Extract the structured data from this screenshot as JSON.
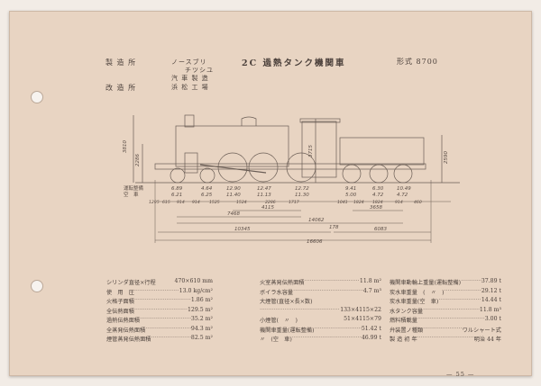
{
  "header": {
    "maker_label": "製 造 所",
    "maker_1": "ノースブリ",
    "maker_2": "チツシユ",
    "maker_3": "汽 車 製 造",
    "rebuilder_label": "改 造 所",
    "rebuilder": "浜 松 工 場",
    "title": "2C 過熱タンク機関車",
    "model": "形式 8700"
  },
  "diagram": {
    "heights": [
      "3810",
      "2286",
      "3715",
      "2590"
    ],
    "side_label_1": "運転整備",
    "side_label_2": "空　車",
    "axle_loads": [
      [
        "6.89",
        "6.21"
      ],
      [
        "4.64",
        "6.25"
      ],
      [
        "12.90",
        "11.40"
      ],
      [
        "12.47",
        "11.13"
      ],
      [
        "12.72",
        "11.30"
      ],
      [
        "9.41",
        "5.00"
      ],
      [
        "6.30",
        "4.72"
      ],
      [
        "10.49",
        "4.72"
      ]
    ],
    "spacings": [
      "1295",
      "615",
      "914",
      "914",
      "1525",
      "1524",
      "2286",
      "1717",
      "1041",
      "1824",
      "1824",
      "914",
      "460"
    ],
    "dim_4115": "4115",
    "dim_7468": "7468",
    "dim_14062": "14062",
    "dim_3658": "3658",
    "dim_10345": "10345",
    "dim_6083": "6083",
    "dim_178": "178",
    "dim_16606": "16606"
  },
  "specs": {
    "col1": [
      {
        "label": "シリンダ直径×行程",
        "value": "470×610 mm",
        "nodots": true
      },
      {
        "label": "使　用　圧",
        "value": "13.0 kg/cm²"
      },
      {
        "label": "火格子面積",
        "value": "1.86 m²"
      },
      {
        "label": "全伝熱面積",
        "value": "129.5 m²"
      },
      {
        "label": "過熱伝熱面積",
        "value": "35.2 m²"
      },
      {
        "label": "全蒸発伝熱面積",
        "value": "94.3 m²"
      },
      {
        "label": "煙管蒸発伝熱面積",
        "value": "82.5 m²"
      }
    ],
    "col2": [
      {
        "label": "火室蒸発伝熱面積",
        "value": "11.8 m²"
      },
      {
        "label": "ボイラ水容量",
        "value": "4.7 m³"
      },
      {
        "label": "大煙管(直径×長×数)",
        "value": "",
        "nodots": true
      },
      {
        "label": "",
        "value": "133×4115×22"
      },
      {
        "label": "小煙管(　〃　)",
        "value": "51×4115×79",
        "nodots": true
      },
      {
        "label": "機関車重量(運転整備)",
        "value": "51.42 t"
      },
      {
        "label": "〃　(空　車)",
        "value": "46.99 t"
      }
    ],
    "col3": [
      {
        "label": "機関車動輪上重量(運転整備)",
        "value": "37.89 t"
      },
      {
        "label": "炭水車重量　(　〃　)",
        "value": "29.12 t"
      },
      {
        "label": "炭水車重量(空　車)",
        "value": "14.44 t"
      },
      {
        "label": "水タンク容量",
        "value": "11.8 m³"
      },
      {
        "label": "燃料積載量",
        "value": "3.00 t"
      },
      {
        "label": "弁装置ノ種類",
        "value": "ワルシャート式"
      },
      {
        "label": "製 造 初 年",
        "value": "明治 44 年"
      }
    ]
  },
  "footer": {
    "page": "— 55 —"
  }
}
